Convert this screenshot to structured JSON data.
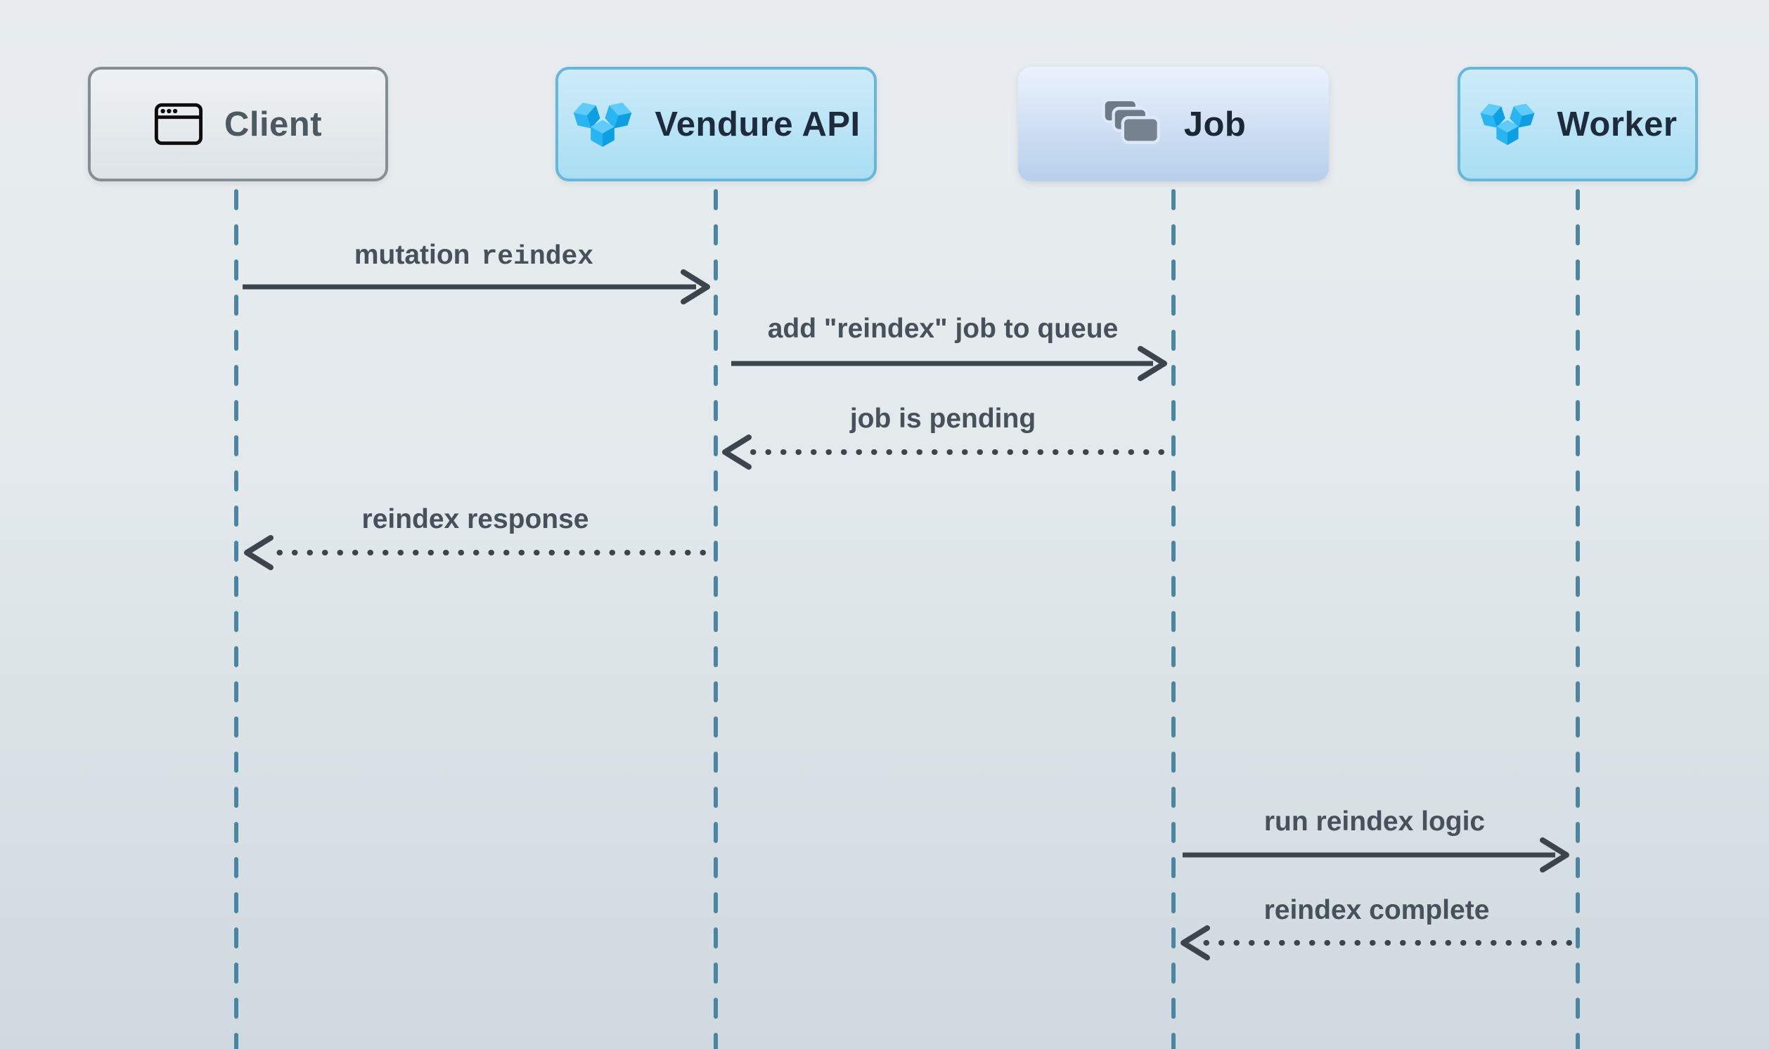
{
  "diagram": {
    "type": "sequence",
    "actors": [
      {
        "id": "client",
        "label": "Client",
        "icon": "browser-window-icon",
        "theme": "gray"
      },
      {
        "id": "vendure-api",
        "label": "Vendure API",
        "icon": "vendure-logo-icon",
        "theme": "cyan"
      },
      {
        "id": "job",
        "label": "Job",
        "icon": "stacked-cards-icon",
        "theme": "blue"
      },
      {
        "id": "worker",
        "label": "Worker",
        "icon": "vendure-logo-icon",
        "theme": "cyan"
      }
    ],
    "messages": [
      {
        "from": "Client",
        "to": "Vendure API",
        "text": "mutation",
        "code": "reindex",
        "line": "solid",
        "direction": "right"
      },
      {
        "from": "Vendure API",
        "to": "Job",
        "text": "add \"reindex\" job to queue",
        "line": "solid",
        "direction": "right"
      },
      {
        "from": "Job",
        "to": "Vendure API",
        "text": "job is pending",
        "line": "dotted",
        "direction": "left"
      },
      {
        "from": "Vendure API",
        "to": "Client",
        "text": "reindex response",
        "line": "dotted",
        "direction": "left"
      },
      {
        "from": "Job",
        "to": "Worker",
        "text": "run reindex logic",
        "line": "solid",
        "direction": "right"
      },
      {
        "from": "Worker",
        "to": "Job",
        "text": "reindex complete",
        "line": "dotted",
        "direction": "left"
      }
    ],
    "colors": {
      "background_top": "#e9edf0",
      "background_bottom": "#cfd9df",
      "lifeline": "#4c85a1",
      "arrow": "#3c454e",
      "message_text": "#47515b",
      "actor_text_dark": "#1e2b3c",
      "actor_text_gray": "#4d5863",
      "cyan_box_border": "#67b7da",
      "cyan_box_fill": "#bce5f6",
      "gray_box_border": "#868e95",
      "blue_box_fill": "#c9daf0",
      "logo_blue_top": "#5ecbf8",
      "logo_blue_left": "#29b5f2",
      "logo_blue_right": "#0d9fe2",
      "cards_icon_gray": "#6f7a88"
    }
  }
}
